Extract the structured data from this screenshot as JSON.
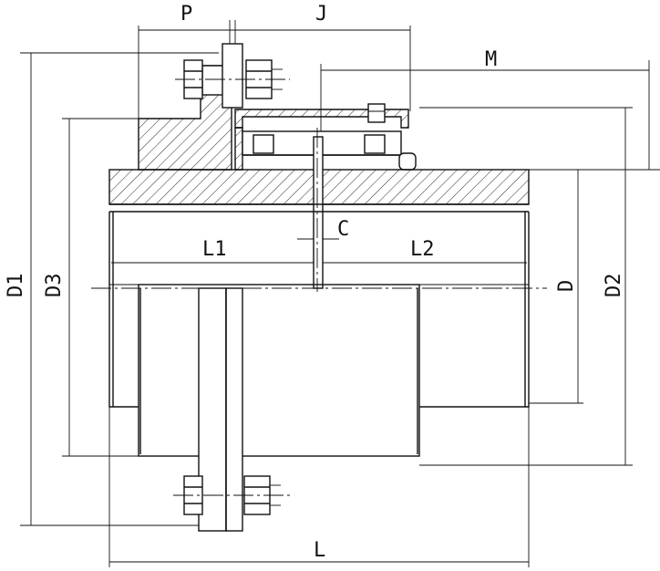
{
  "labels": {
    "P": "P",
    "J": "J",
    "M": "M",
    "C": "C",
    "L1": "L1",
    "L2": "L2",
    "L": "L",
    "D1": "D1",
    "D3": "D3",
    "D": "D",
    "D2": "D2"
  }
}
